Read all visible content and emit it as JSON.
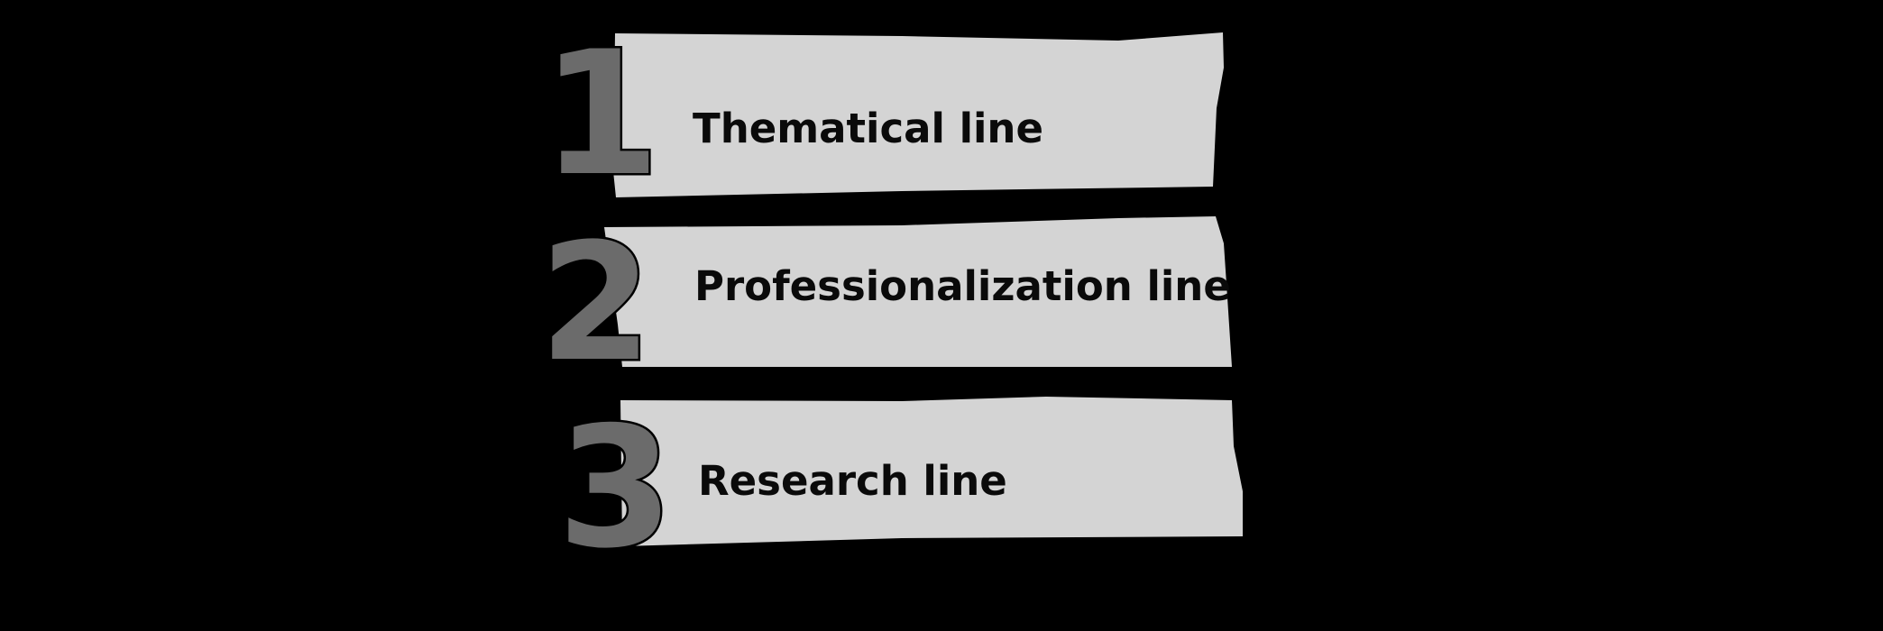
{
  "items": [
    {
      "number": "1",
      "label": "Thematical line"
    },
    {
      "number": "2",
      "label": "Professionalization line"
    },
    {
      "number": "3",
      "label": "Research line"
    }
  ],
  "colors": {
    "background": "#000000",
    "banner": "#d4d4d4",
    "number": "#6b6b6b",
    "text": "#0a0a0a"
  }
}
